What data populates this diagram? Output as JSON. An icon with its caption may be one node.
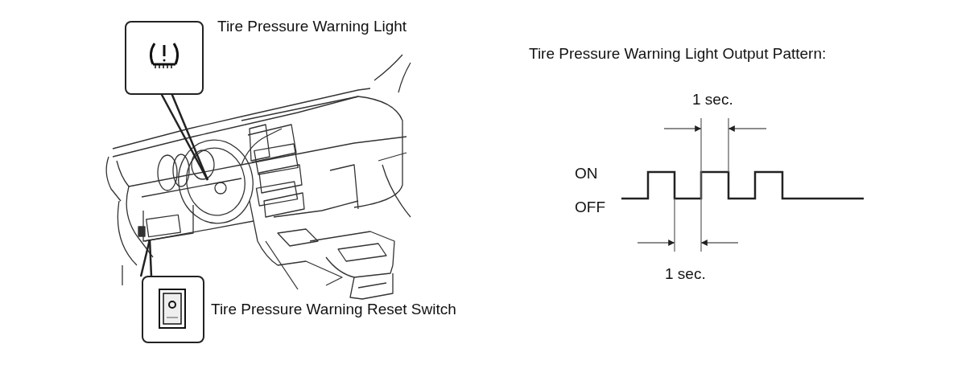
{
  "diagram": {
    "nodes": [
      {
        "text": [
          "Tire Pressure Warning Light"
        ]
      },
      {
        "text": [
          "Tire Pressure Warning Reset Switch"
        ]
      }
    ],
    "edges": [
      {
        "from": 0,
        "to": null,
        "arrow": "none"
      },
      {
        "from": 1,
        "to": null,
        "arrow": "none"
      }
    ],
    "labels": [
      "Tire Pressure Warning Light Output Pattern:",
      "1 sec.",
      "ON",
      "OFF",
      "1 sec."
    ]
  }
}
